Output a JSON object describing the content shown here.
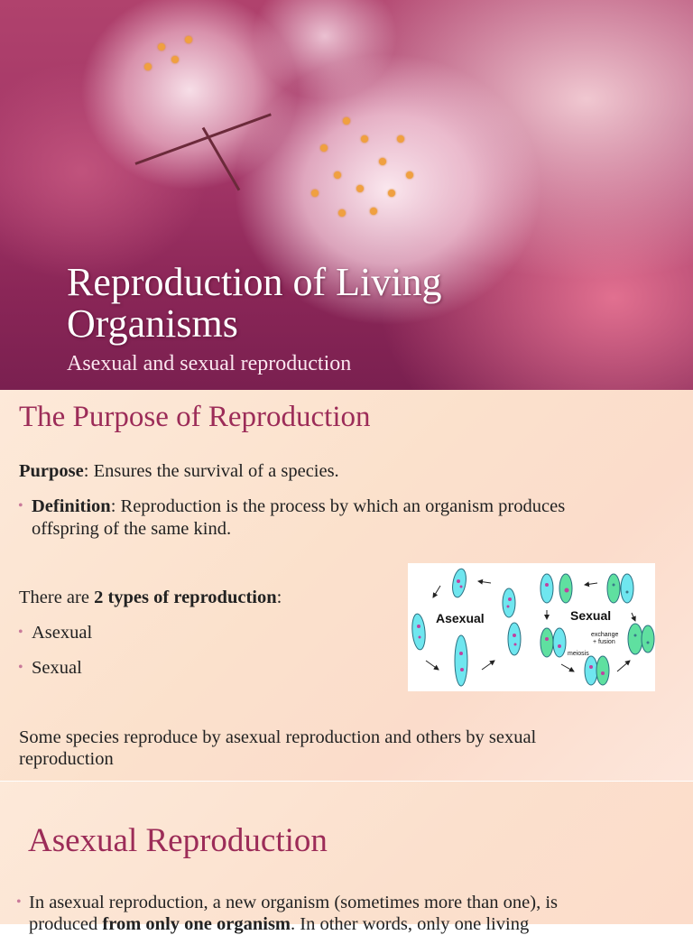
{
  "slides": {
    "title_slide": {
      "title": "Reproduction of Living Organisms",
      "subtitle": "Asexual and sexual reproduction"
    },
    "purpose_slide": {
      "title": "The Purpose of Reproduction",
      "purpose_label": "Purpose",
      "purpose_text": ": Ensures the survival of a species.",
      "definition_label": "Definition",
      "definition_line1": ":  Reproduction is the process by which an organism produces",
      "definition_line2": "offspring of the same kind.",
      "types_prefix": "There are ",
      "types_bold": "2 types of reproduction",
      "types_suffix": ":",
      "type_list": [
        "Asexual",
        "Sexual"
      ],
      "closing_line1": "Some species reproduce by asexual reproduction and others by sexual",
      "closing_line2": "reproduction",
      "diagram": {
        "asexual_label": "Asexual",
        "sexual_label": "Sexual",
        "exchange_label": "exchange",
        "fusion_label": "+ fusion",
        "meiosis_label": "meiosis"
      }
    },
    "asexual_slide": {
      "title": "Asexual Reproduction",
      "line1": "In asexual reproduction, a new organism (sometimes more than one), is",
      "line2_prefix": "produced ",
      "line2_bold": "from only one organism",
      "line2_suffix": ". In other words, only one living"
    }
  },
  "colors": {
    "heading": "#9c2c58",
    "bullet": "#c97a9a",
    "cell_blue": "#6fe6ef",
    "cell_green": "#5fe0a0"
  }
}
